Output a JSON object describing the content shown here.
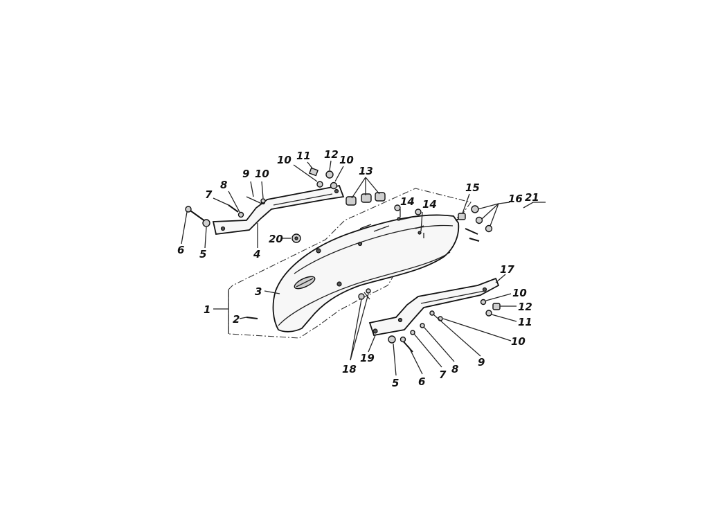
{
  "callouts": [
    {
      "id": "c1",
      "text": "1"
    },
    {
      "id": "c2",
      "text": "2"
    },
    {
      "id": "c3",
      "text": "3"
    },
    {
      "id": "c4",
      "text": "4"
    },
    {
      "id": "c5a",
      "text": "5"
    },
    {
      "id": "c5b",
      "text": "5"
    },
    {
      "id": "c6a",
      "text": "6"
    },
    {
      "id": "c6b",
      "text": "6"
    },
    {
      "id": "c7a",
      "text": "7"
    },
    {
      "id": "c7b",
      "text": "7"
    },
    {
      "id": "c8a",
      "text": "8"
    },
    {
      "id": "c8b",
      "text": "8"
    },
    {
      "id": "c9a",
      "text": "9"
    },
    {
      "id": "c9b",
      "text": "9"
    },
    {
      "id": "c10a",
      "text": "10"
    },
    {
      "id": "c10b",
      "text": "10"
    },
    {
      "id": "c10c",
      "text": "10"
    },
    {
      "id": "c10d",
      "text": "10"
    },
    {
      "id": "c10e",
      "text": "10"
    },
    {
      "id": "c11a",
      "text": "11"
    },
    {
      "id": "c11b",
      "text": "11"
    },
    {
      "id": "c12a",
      "text": "12"
    },
    {
      "id": "c12b",
      "text": "12"
    },
    {
      "id": "c13",
      "text": "13"
    },
    {
      "id": "c14a",
      "text": "14"
    },
    {
      "id": "c14b",
      "text": "14"
    },
    {
      "id": "c15",
      "text": "15"
    },
    {
      "id": "c16",
      "text": "16"
    },
    {
      "id": "c17",
      "text": "17"
    },
    {
      "id": "c18",
      "text": "18"
    },
    {
      "id": "c19",
      "text": "19"
    },
    {
      "id": "c20",
      "text": "20"
    },
    {
      "id": "c21",
      "text": "21"
    }
  ]
}
